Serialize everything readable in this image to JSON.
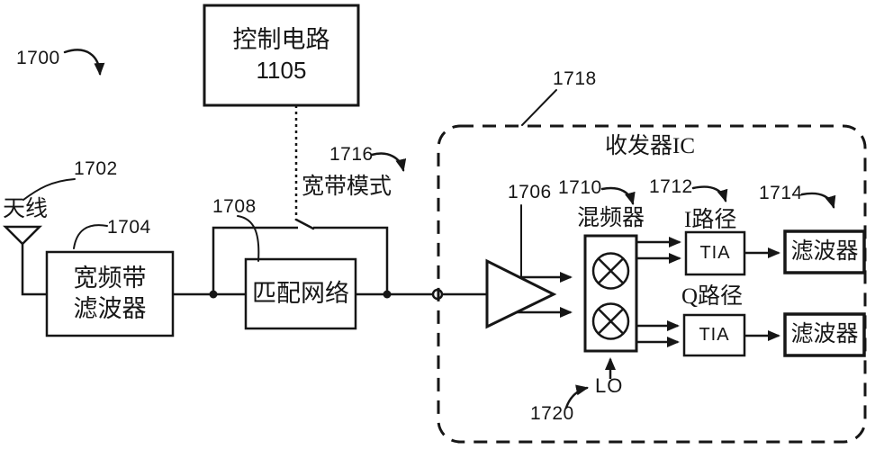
{
  "diagram": {
    "type": "patent-circuit-schematic",
    "colors": {
      "ink": "#161616",
      "paper": "#ffffff"
    },
    "refs": {
      "r1700": "1700",
      "r1702": "1702",
      "r1704": "1704",
      "r1706": "1706",
      "r1708": "1708",
      "r1710": "1710",
      "r1712": "1712",
      "r1714": "1714",
      "r1716": "1716",
      "r1718": "1718",
      "r1720": "1720",
      "r1105": "1105"
    },
    "blocks": {
      "control_circuit": "控制电路",
      "antenna": "天线",
      "wideband_filter_l1": "宽频带",
      "wideband_filter_l2": "滤波器",
      "matching_network": "匹配网络",
      "wideband_mode": "宽带模式",
      "transceiver_ic": "收发器IC",
      "mixer": "混频器",
      "i_path": "I路径",
      "q_path": "Q路径",
      "tia": "TIA",
      "filter": "滤波器",
      "lo": "LO"
    }
  }
}
